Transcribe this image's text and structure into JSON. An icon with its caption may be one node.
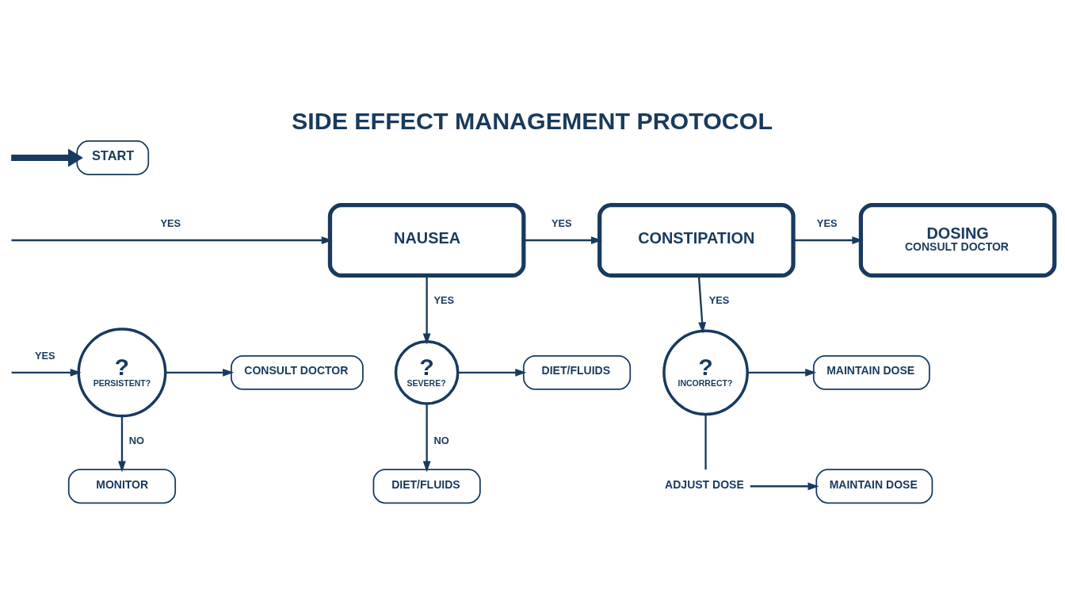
{
  "diagram": {
    "title": "SIDE EFFECT MANAGEMENT PROTOCOL",
    "nodes": [
      {
        "text": [
          "START"
        ]
      },
      {
        "text": [
          "NAUSEA"
        ]
      },
      {
        "text": [
          "CONSTIPATION"
        ]
      },
      {
        "text": [
          "DOSING",
          "CONSULT DOCTOR"
        ]
      },
      {
        "text": [
          "?",
          "PERSISTENT?"
        ]
      },
      {
        "text": [
          "CONSULT DOCTOR"
        ]
      },
      {
        "text": [
          "MONITOR"
        ]
      },
      {
        "text": [
          "?",
          "SEVERE?"
        ]
      },
      {
        "text": [
          "DIET/FLUIDS"
        ]
      },
      {
        "text": [
          "DIET/FLUIDS"
        ]
      },
      {
        "text": [
          "?",
          "INCORRECT?"
        ]
      },
      {
        "text": [
          "MAINTAIN DOSE"
        ]
      },
      {
        "text": [
          "ADJUST DOSE"
        ]
      },
      {
        "text": [
          "MAINTAIN DOSE"
        ]
      }
    ],
    "edges": [
      {
        "from": null,
        "to": 0,
        "arrow": "to",
        "style": "thick"
      },
      {
        "from": null,
        "to": 1,
        "arrow": "to",
        "label": "YES"
      },
      {
        "from": null,
        "to": 4,
        "arrow": "to",
        "label": "YES"
      },
      {
        "from": 1,
        "to": 2,
        "arrow": "to",
        "label": "YES"
      },
      {
        "from": 1,
        "to": 7,
        "arrow": "to",
        "label": "YES"
      },
      {
        "from": 4,
        "to": 5,
        "arrow": "to"
      },
      {
        "from": 4,
        "to": 6,
        "arrow": "to",
        "label": "NO"
      },
      {
        "from": 2,
        "to": 3,
        "arrow": "to",
        "label": "YES"
      },
      {
        "from": 2,
        "to": 10,
        "arrow": "to",
        "label": "YES"
      },
      {
        "from": 7,
        "to": 8,
        "arrow": "to"
      },
      {
        "from": 7,
        "to": 9,
        "arrow": "to",
        "label": "NO"
      },
      {
        "from": 10,
        "to": 11,
        "arrow": "to"
      },
      {
        "from": 10,
        "to": 12,
        "arrow": "none"
      },
      {
        "from": 12,
        "to": 13,
        "arrow": "to"
      }
    ]
  }
}
